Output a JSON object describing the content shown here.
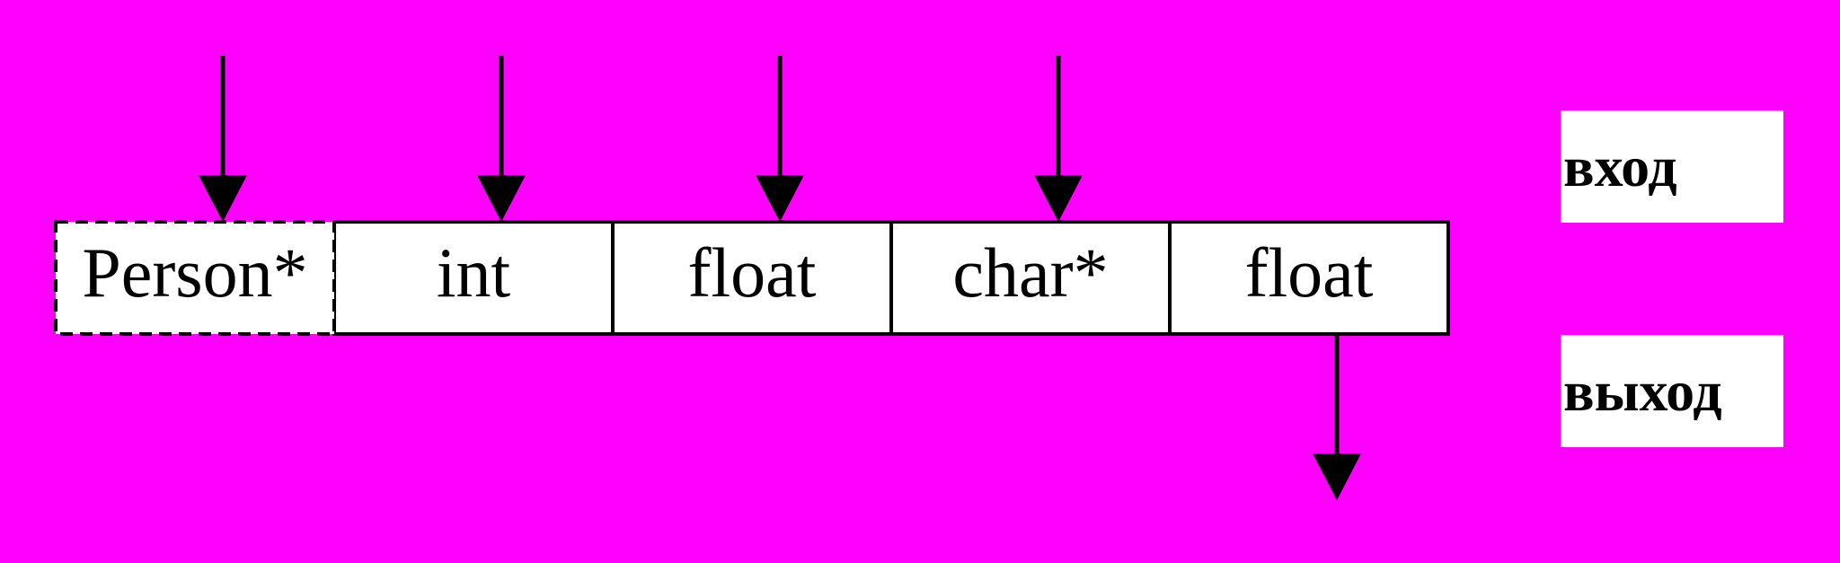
{
  "colors": {
    "background": "#ff00ff",
    "cell_fill": "#ffffff",
    "stroke": "#000000"
  },
  "stack": {
    "cells": [
      {
        "label": "Person*",
        "border": "dashed"
      },
      {
        "label": "int",
        "border": "solid"
      },
      {
        "label": "float",
        "border": "solid"
      },
      {
        "label": "char*",
        "border": "solid"
      },
      {
        "label": "float",
        "border": "solid"
      }
    ],
    "input_arrows_into_cells": [
      0,
      1,
      2,
      3
    ],
    "output_arrow_from_cell": 4
  },
  "legend": {
    "input_label": "вход",
    "output_label": "выход"
  }
}
